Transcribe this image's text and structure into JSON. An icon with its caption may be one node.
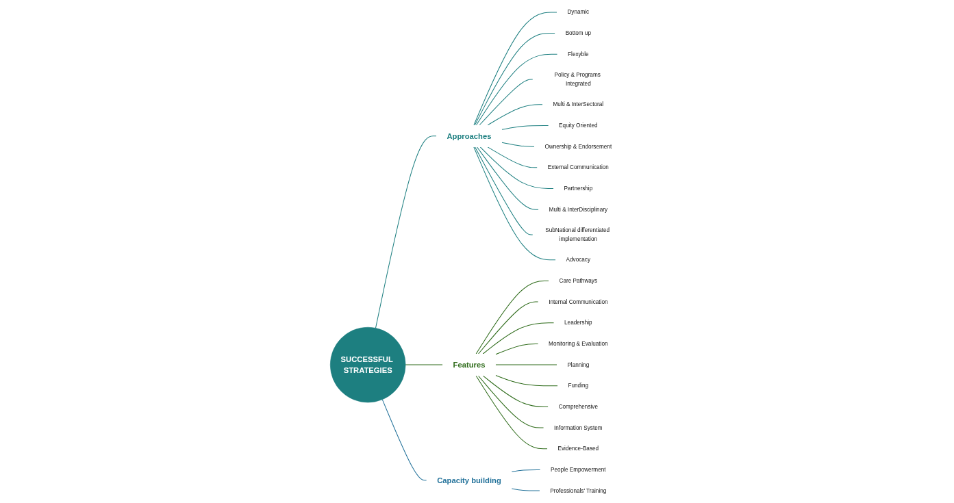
{
  "diagram": {
    "nodes": [
      {
        "text": [
          "SUCCESSFUL STRATEGIES"
        ]
      },
      {
        "text": [
          "Approaches"
        ]
      },
      {
        "text": [
          "Dynamic"
        ]
      },
      {
        "text": [
          "Bottom up"
        ]
      },
      {
        "text": [
          "Flexyble"
        ]
      },
      {
        "text": [
          "Policy & Programs Integrated"
        ]
      },
      {
        "text": [
          "Multi & InterSectoral"
        ]
      },
      {
        "text": [
          "Equity Oriented"
        ]
      },
      {
        "text": [
          "Ownership & Endorsement"
        ]
      },
      {
        "text": [
          "External Communication"
        ]
      },
      {
        "text": [
          "Partnership"
        ]
      },
      {
        "text": [
          "Multi & InterDisciplinary"
        ]
      },
      {
        "text": [
          "SubNational differentiated implementation"
        ]
      },
      {
        "text": [
          "Advocacy"
        ]
      },
      {
        "text": [
          "Features"
        ]
      },
      {
        "text": [
          "Care Pathways"
        ]
      },
      {
        "text": [
          "Internal Communication"
        ]
      },
      {
        "text": [
          "Leadership"
        ]
      },
      {
        "text": [
          "Monitoring & Evaluation"
        ]
      },
      {
        "text": [
          "Planning"
        ]
      },
      {
        "text": [
          "Funding"
        ]
      },
      {
        "text": [
          "Comprehensive"
        ]
      },
      {
        "text": [
          "Information System"
        ]
      },
      {
        "text": [
          "Evidence-Based"
        ]
      },
      {
        "text": [
          "Capacity building"
        ]
      },
      {
        "text": [
          "People Empowerment"
        ]
      },
      {
        "text": [
          "Professionals' Training"
        ]
      }
    ],
    "edges": [
      {
        "from": 0,
        "to": 1,
        "arrow": "none"
      },
      {
        "from": 1,
        "to": 2,
        "arrow": "none"
      },
      {
        "from": 1,
        "to": 3,
        "arrow": "none"
      },
      {
        "from": 1,
        "to": 4,
        "arrow": "none"
      },
      {
        "from": 1,
        "to": 5,
        "arrow": "none"
      },
      {
        "from": 1,
        "to": 6,
        "arrow": "none"
      },
      {
        "from": 1,
        "to": 7,
        "arrow": "none"
      },
      {
        "from": 1,
        "to": 8,
        "arrow": "none"
      },
      {
        "from": 1,
        "to": 9,
        "arrow": "none"
      },
      {
        "from": 1,
        "to": 10,
        "arrow": "none"
      },
      {
        "from": 1,
        "to": 11,
        "arrow": "none"
      },
      {
        "from": 1,
        "to": 12,
        "arrow": "none"
      },
      {
        "from": 1,
        "to": 13,
        "arrow": "none"
      },
      {
        "from": 0,
        "to": 14,
        "arrow": "none",
        "color": "#2e6b1a"
      },
      {
        "from": 14,
        "to": 15,
        "arrow": "none",
        "color": "#2e6b1a"
      },
      {
        "from": 14,
        "to": 16,
        "arrow": "none",
        "color": "#2e6b1a"
      },
      {
        "from": 14,
        "to": 17,
        "arrow": "none",
        "color": "#2e6b1a"
      },
      {
        "from": 14,
        "to": 18,
        "arrow": "none",
        "color": "#2e6b1a"
      },
      {
        "from": 14,
        "to": 19,
        "arrow": "none",
        "color": "#2e6b1a"
      },
      {
        "from": 14,
        "to": 20,
        "arrow": "none",
        "color": "#2e6b1a"
      },
      {
        "from": 14,
        "to": 21,
        "arrow": "none",
        "color": "#2e6b1a"
      },
      {
        "from": 14,
        "to": 22,
        "arrow": "none",
        "color": "#2e6b1a"
      },
      {
        "from": 14,
        "to": 23,
        "arrow": "none",
        "color": "#2e6b1a"
      },
      {
        "from": 0,
        "to": 24,
        "arrow": "none",
        "color": "#23729a"
      },
      {
        "from": 24,
        "to": 25,
        "arrow": "none",
        "color": "#23729a"
      },
      {
        "from": 24,
        "to": 26,
        "arrow": "none",
        "color": "#23729a"
      }
    ]
  }
}
